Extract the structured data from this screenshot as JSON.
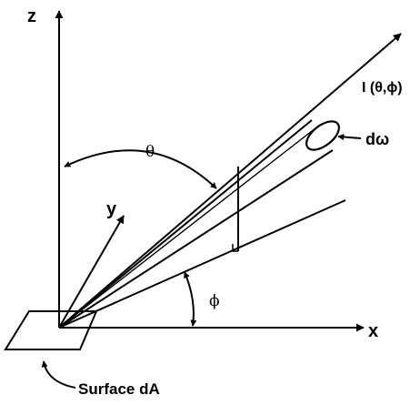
{
  "diagram": {
    "labels": {
      "z_axis": "z",
      "y_axis": "y",
      "x_axis": "x",
      "theta": "θ",
      "phi": "ϕ",
      "intensity": "I (θ,ϕ)",
      "solid_angle": "dω",
      "surface": "Surface dA"
    },
    "colors": {
      "ink": "#000000",
      "background": "#ffffff"
    }
  }
}
